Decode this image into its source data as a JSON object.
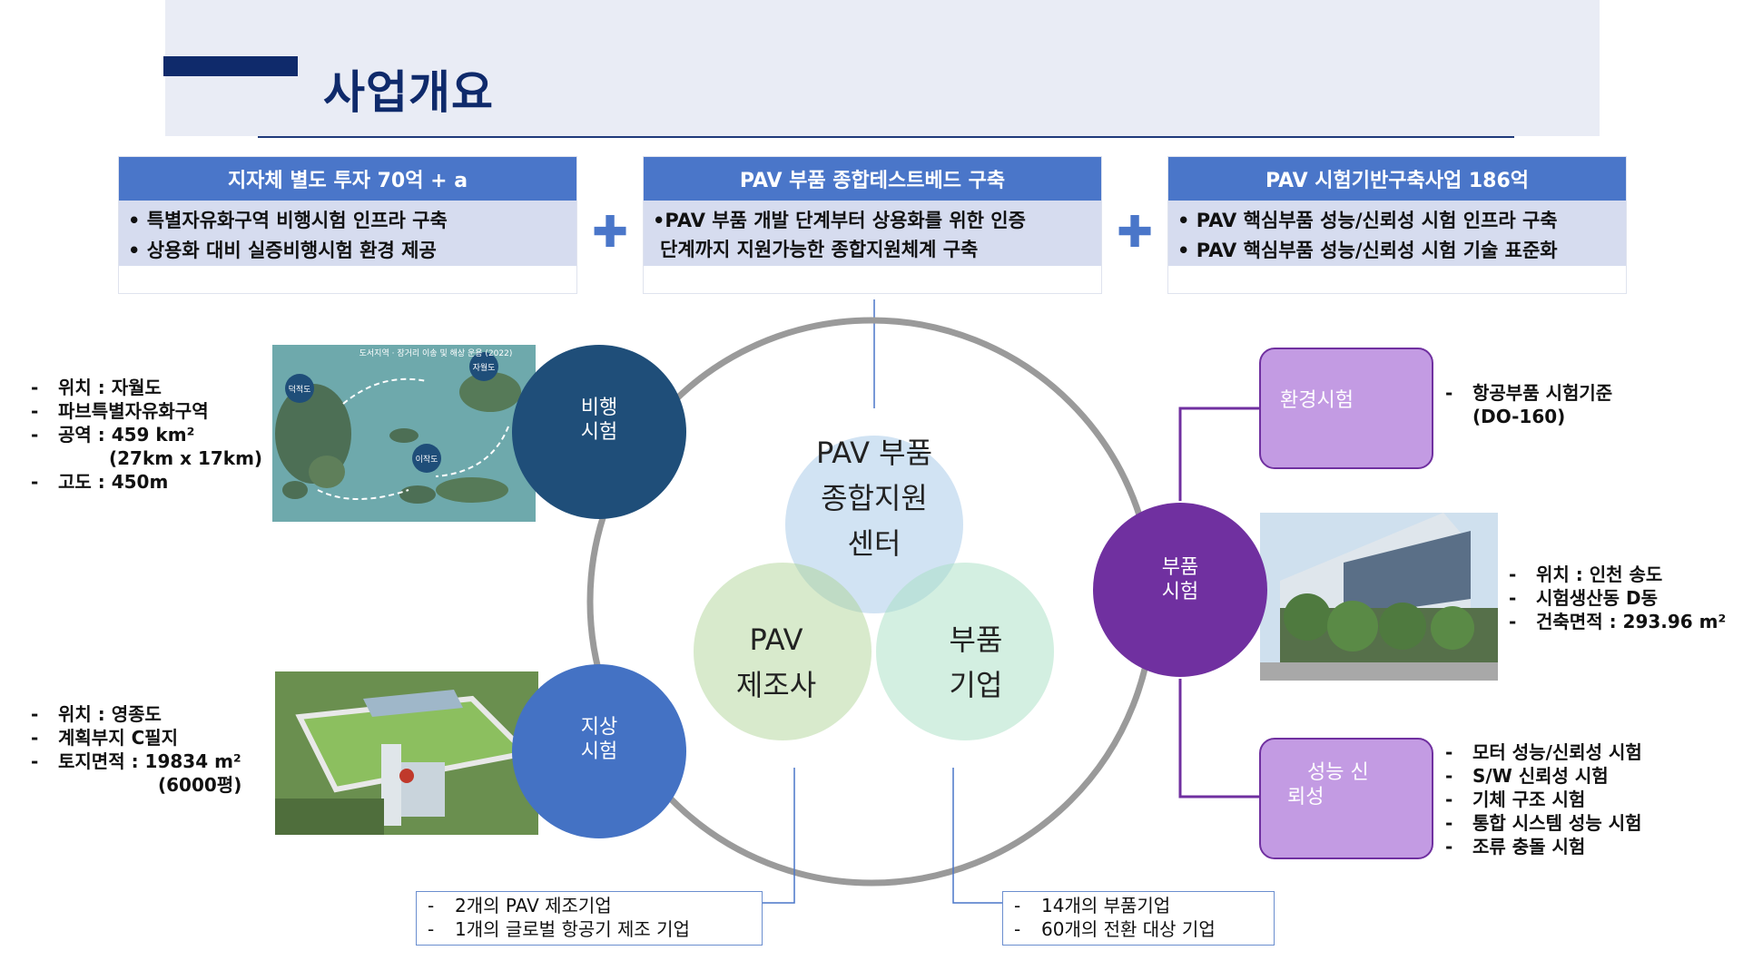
{
  "title": "사업개요",
  "boxes": [
    {
      "header": "지자체 별도 투자 70억 + a",
      "lines": [
        "• 특별자유화구역 비행시험 인프라 구축",
        "• 상용화 대비 실증비행시험 환경 제공"
      ]
    },
    {
      "header": "PAV 부품 종합테스트베드 구축",
      "lines": [
        "•PAV 부품 개발 단계부터 상용화를 위한 인증",
        " 단계까지 지원가능한 종합지원체계 구축"
      ]
    },
    {
      "header": "PAV 시험기반구축사업 186억",
      "lines": [
        "• PAV 핵심부품 성능/신뢰성 시험 인프라 구축",
        "• PAV 핵심부품 성능/신뢰성 시험 기술 표준화"
      ]
    }
  ],
  "plus_symbol": "✚",
  "flight_facts": [
    "위치 : 자월도",
    "파브특별자유화구역",
    "공역 : 459 km²",
    "(27km x 17km)",
    "고도 : 450m"
  ],
  "ground_facts": [
    "위치 : 영종도",
    "계획부지 C필지",
    "토지면적 : 19834 m²",
    "(6000평)"
  ],
  "building_facts": [
    "위치 : 인천 송도",
    "시험생산동 D동",
    "건축면적 : 293.96 m²"
  ],
  "env_facts": [
    "항공부품 시험기준",
    "(DO-160)"
  ],
  "perf_facts": [
    "모터 성능/신뢰성 시험",
    "S/W 신뢰성 시험",
    "기체 구조 시험",
    "통합 시스템 성능 시험",
    "조류 충돌 시험"
  ],
  "circles": {
    "flight": [
      "비행",
      "시험"
    ],
    "ground": [
      "지상",
      "시험"
    ],
    "parts": [
      "부품",
      "시험"
    ]
  },
  "venn": {
    "center": [
      "PAV 부품",
      "종합지원",
      "센터"
    ],
    "manufacturer": [
      "PAV",
      "제조사"
    ],
    "parts_company": [
      "부품",
      "기업"
    ]
  },
  "rects": {
    "env": "환경시험",
    "perf": [
      "성능 신",
      "뢰성"
    ]
  },
  "map_image": {
    "caption": "도서지역 · 장거리 이송 및 해상 운용 (2022)",
    "labels": [
      "덕적도",
      "자월도",
      "이작도"
    ]
  },
  "notes": {
    "left": [
      "2개의 PAV 제조기업",
      "1개의 글로벌 항공기 제조 기업"
    ],
    "right": [
      "14개의 부품기업",
      "60개의 전환 대상 기업"
    ]
  },
  "dash": "-",
  "colors": {
    "navy": "#0f2a6b",
    "header_blue": "#4a76c9",
    "flight_circle": "#1f4e79",
    "ground_circle": "#4472c4",
    "parts_circle": "#7030a0",
    "rect_purple": "#c39be3"
  }
}
